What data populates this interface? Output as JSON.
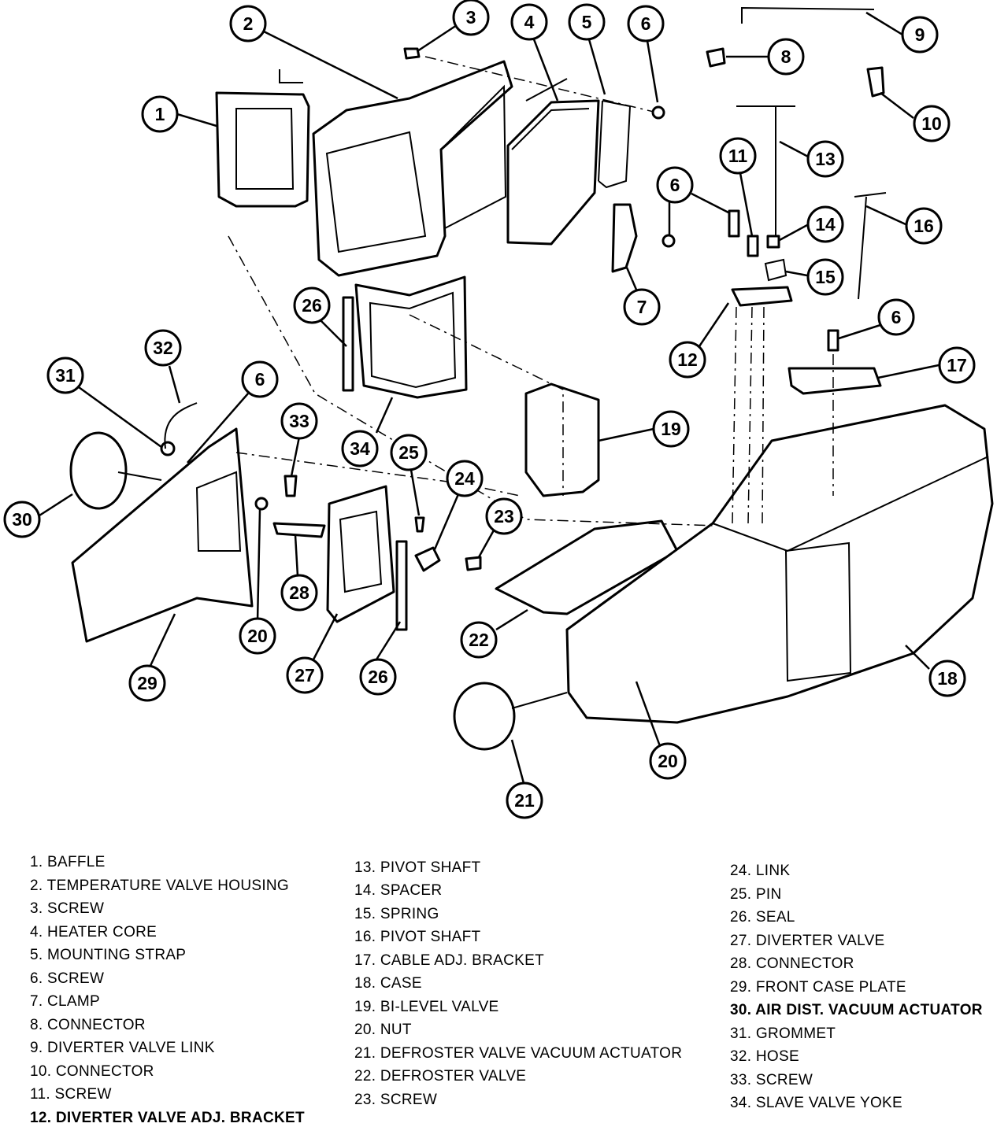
{
  "callouts": [
    {
      "n": "1"
    },
    {
      "n": "2"
    },
    {
      "n": "3"
    },
    {
      "n": "4"
    },
    {
      "n": "5"
    },
    {
      "n": "6"
    },
    {
      "n": "6"
    },
    {
      "n": "6"
    },
    {
      "n": "6"
    },
    {
      "n": "7"
    },
    {
      "n": "8"
    },
    {
      "n": "9"
    },
    {
      "n": "10"
    },
    {
      "n": "11"
    },
    {
      "n": "12"
    },
    {
      "n": "13"
    },
    {
      "n": "14"
    },
    {
      "n": "15"
    },
    {
      "n": "16"
    },
    {
      "n": "17"
    },
    {
      "n": "18"
    },
    {
      "n": "19"
    },
    {
      "n": "20"
    },
    {
      "n": "20"
    },
    {
      "n": "21"
    },
    {
      "n": "22"
    },
    {
      "n": "23"
    },
    {
      "n": "24"
    },
    {
      "n": "25"
    },
    {
      "n": "26"
    },
    {
      "n": "26"
    },
    {
      "n": "27"
    },
    {
      "n": "28"
    },
    {
      "n": "29"
    },
    {
      "n": "30"
    },
    {
      "n": "31"
    },
    {
      "n": "32"
    },
    {
      "n": "33"
    },
    {
      "n": "34"
    }
  ],
  "legend": {
    "col1": [
      "1. BAFFLE",
      "2. TEMPERATURE VALVE HOUSING",
      "3. SCREW",
      "4. HEATER CORE",
      "5. MOUNTING STRAP",
      "6. SCREW",
      "7. CLAMP",
      "8. CONNECTOR",
      "9. DIVERTER VALVE LINK",
      "10. CONNECTOR",
      "11. SCREW",
      "12. DIVERTER VALVE ADJ. BRACKET"
    ],
    "col2": [
      "13. PIVOT SHAFT",
      "14. SPACER",
      "15. SPRING",
      "16. PIVOT SHAFT",
      "17. CABLE ADJ. BRACKET",
      "18. CASE",
      "19. BI-LEVEL VALVE",
      "20. NUT",
      "21. DEFROSTER VALVE VACUUM ACTUATOR",
      "22. DEFROSTER VALVE",
      "23. SCREW"
    ],
    "col3": [
      "24. LINK",
      "25. PIN",
      "26. SEAL",
      "27. DIVERTER VALVE",
      "28. CONNECTOR",
      "29. FRONT CASE PLATE",
      "30. AIR DIST. VACUUM ACTUATOR",
      "31. GROMMET",
      "32. HOSE",
      "33. SCREW",
      "34. SLAVE VALVE YOKE"
    ]
  }
}
